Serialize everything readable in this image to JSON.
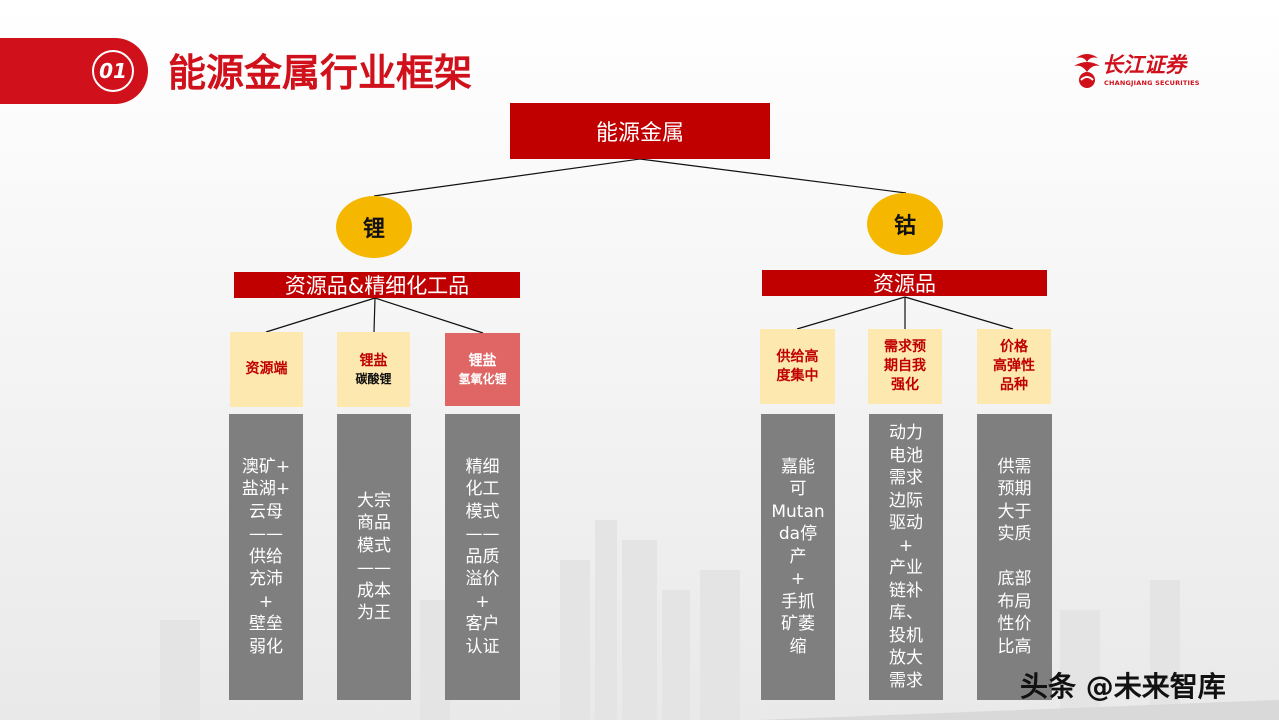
{
  "header": {
    "number": "01",
    "title": "能源金属行业框架"
  },
  "logo": {
    "name_cn": "长江证券",
    "name_en": "CHANGJIANG SECURITIES"
  },
  "root": "能源金属",
  "lithium": {
    "name": "锂",
    "band": "资源品&精细化工品",
    "categories": [
      {
        "title": "资源端",
        "sub": ""
      },
      {
        "title": "锂盐",
        "sub": "碳酸锂"
      },
      {
        "title": "锂盐",
        "sub": "氢氧化锂"
      }
    ],
    "details": [
      [
        "澳矿+",
        "盐湖+",
        "云母",
        "——",
        "供给",
        "充沛",
        "+",
        "壁垒",
        "弱化"
      ],
      [
        "大宗",
        "商品",
        "模式",
        "——",
        "成本",
        "为王"
      ],
      [
        "精细",
        "化工",
        "模式",
        "——",
        "品质",
        "溢价",
        "+",
        "客户",
        "认证"
      ]
    ]
  },
  "cobalt": {
    "name": "钴",
    "band": "资源品",
    "categories": [
      {
        "title1": "供给高",
        "title2": "度集中",
        "title3": ""
      },
      {
        "title1": "需求预",
        "title2": "期自我",
        "title3": "强化"
      },
      {
        "title1": "价格",
        "title2": "高弹性",
        "title3": "品种"
      }
    ],
    "details": [
      [
        "嘉能",
        "可",
        "Mutan",
        "da停",
        "产",
        "+",
        "手抓",
        "矿萎",
        "缩"
      ],
      [
        "动力",
        "电池",
        "需求",
        "边际",
        "驱动",
        "+",
        "产业",
        "链补",
        "库、",
        "投机",
        "放大",
        "需求"
      ],
      [
        "供需",
        "预期",
        "大于",
        "实质",
        "",
        "底部",
        "布局",
        "性价",
        "比高"
      ]
    ]
  },
  "watermark": "头条 @未来智库",
  "colors": {
    "brand_red": "#d0111b",
    "band_red": "#c00000",
    "circle_gold": "#f5b700",
    "category_cream": "#fde9b0",
    "category_pink": "#e06666",
    "detail_gray": "#7f7f7f"
  }
}
